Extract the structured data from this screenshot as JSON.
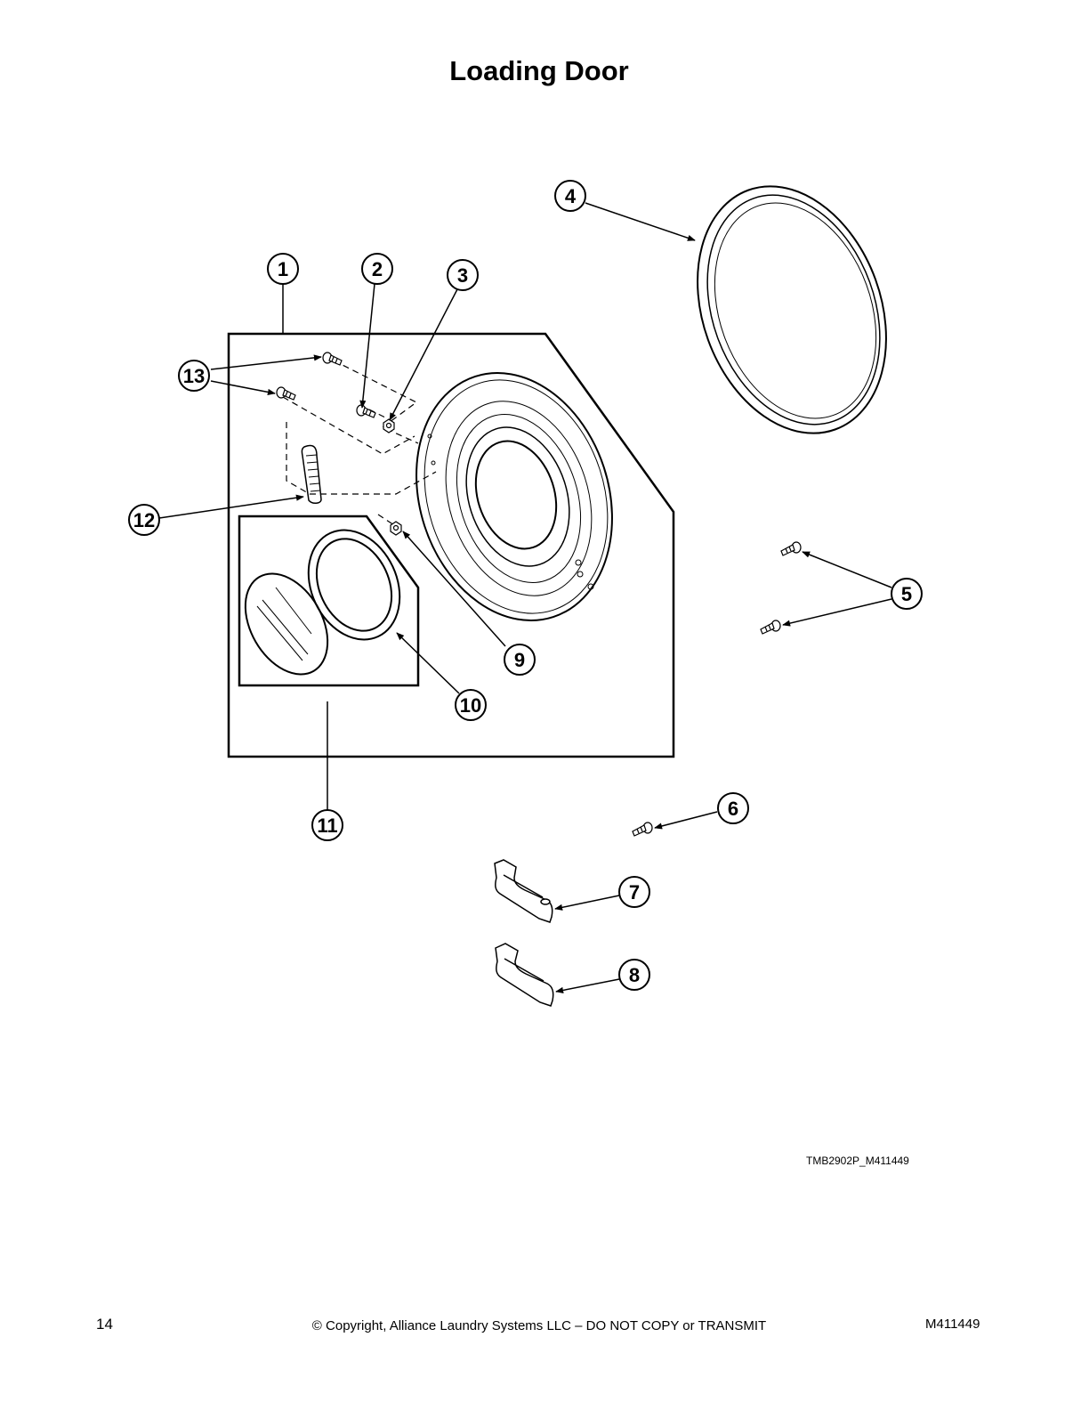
{
  "title": "Loading Door",
  "callouts": [
    "1",
    "2",
    "3",
    "4",
    "5",
    "6",
    "7",
    "8",
    "9",
    "10",
    "11",
    "12",
    "13"
  ],
  "drawing_code": "TMB2902P_M411449",
  "footer": {
    "page_number": "14",
    "copyright": "© Copyright, Alliance Laundry Systems LLC – DO NOT COPY or TRANSMIT",
    "document_number": "M411449"
  }
}
